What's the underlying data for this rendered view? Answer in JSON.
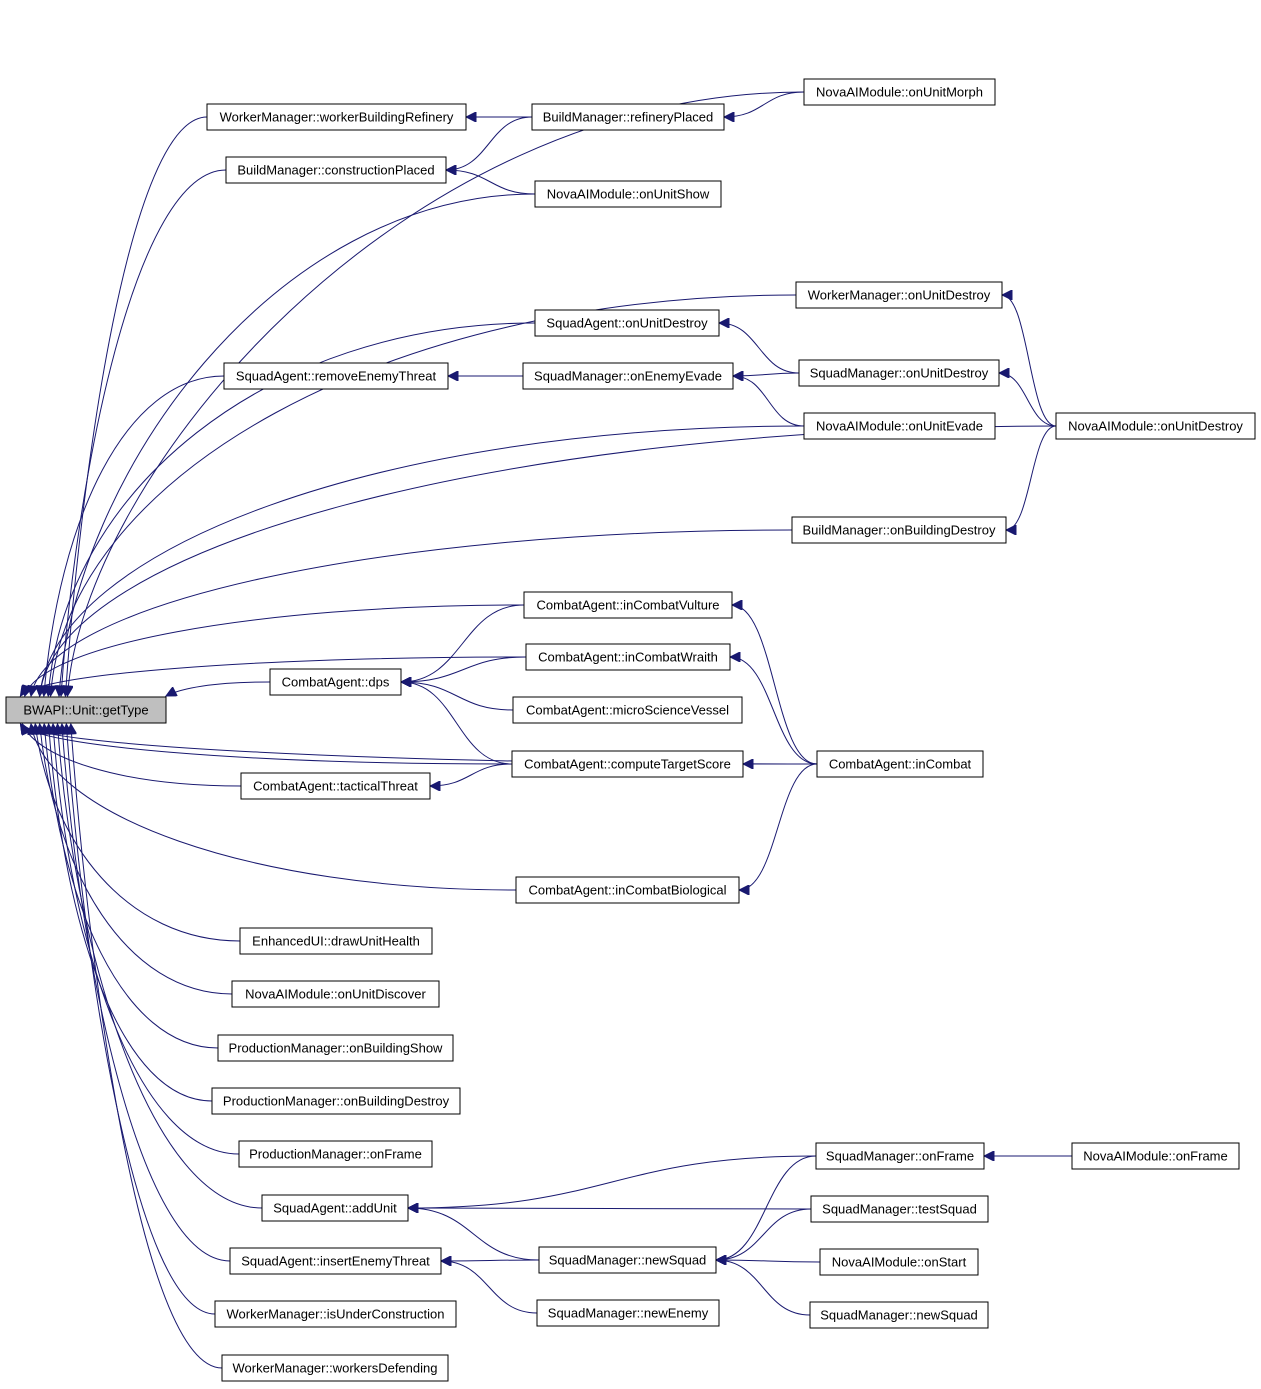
{
  "diagram": {
    "type": "doxygen-caller-graph",
    "colors": {
      "edge": "#191970",
      "node_border": "#000000",
      "root_fill": "#bfbfbf",
      "node_fill": "#ffffff"
    },
    "root": "getType",
    "nodes": [
      {
        "id": "getType",
        "label": "BWAPI::Unit::getType"
      },
      {
        "id": "wm_wbr",
        "label": "WorkerManager::workerBuildingRefinery"
      },
      {
        "id": "bm_rp",
        "label": "BuildManager::refineryPlaced"
      },
      {
        "id": "nova_morph",
        "label": "NovaAIModule::onUnitMorph"
      },
      {
        "id": "bm_cp",
        "label": "BuildManager::constructionPlaced"
      },
      {
        "id": "nova_show",
        "label": "NovaAIModule::onUnitShow"
      },
      {
        "id": "wm_destroy",
        "label": "WorkerManager::onUnitDestroy"
      },
      {
        "id": "sa_destroy",
        "label": "SquadAgent::onUnitDestroy"
      },
      {
        "id": "sa_ret",
        "label": "SquadAgent::removeEnemyThreat"
      },
      {
        "id": "sm_evade",
        "label": "SquadManager::onEnemyEvade"
      },
      {
        "id": "sm_destroy",
        "label": "SquadManager::onUnitDestroy"
      },
      {
        "id": "nova_evade",
        "label": "NovaAIModule::onUnitEvade"
      },
      {
        "id": "nova_destroy",
        "label": "NovaAIModule::onUnitDestroy"
      },
      {
        "id": "bm_bd",
        "label": "BuildManager::onBuildingDestroy"
      },
      {
        "id": "ca_vulture",
        "label": "CombatAgent::inCombatVulture"
      },
      {
        "id": "ca_wraith",
        "label": "CombatAgent::inCombatWraith"
      },
      {
        "id": "ca_dps",
        "label": "CombatAgent::dps"
      },
      {
        "id": "ca_msv",
        "label": "CombatAgent::microScienceVessel"
      },
      {
        "id": "ca_cts",
        "label": "CombatAgent::computeTargetScore"
      },
      {
        "id": "ca_incombat",
        "label": "CombatAgent::inCombat"
      },
      {
        "id": "ca_tt",
        "label": "CombatAgent::tacticalThreat"
      },
      {
        "id": "ca_bio",
        "label": "CombatAgent::inCombatBiological"
      },
      {
        "id": "eui_duh",
        "label": "EnhancedUI::drawUnitHealth"
      },
      {
        "id": "nova_discover",
        "label": "NovaAIModule::onUnitDiscover"
      },
      {
        "id": "pm_bs",
        "label": "ProductionManager::onBuildingShow"
      },
      {
        "id": "pm_bd",
        "label": "ProductionManager::onBuildingDestroy"
      },
      {
        "id": "pm_frame",
        "label": "ProductionManager::onFrame"
      },
      {
        "id": "sm_frame",
        "label": "SquadManager::onFrame"
      },
      {
        "id": "nova_frame",
        "label": "NovaAIModule::onFrame"
      },
      {
        "id": "sa_add",
        "label": "SquadAgent::addUnit"
      },
      {
        "id": "sm_test",
        "label": "SquadManager::testSquad"
      },
      {
        "id": "sa_iet",
        "label": "SquadAgent::insertEnemyThreat"
      },
      {
        "id": "sm_newsquad",
        "label": "SquadManager::newSquad"
      },
      {
        "id": "nova_start",
        "label": "NovaAIModule::onStart"
      },
      {
        "id": "sm_newsquad2",
        "label": "SquadManager::newSquad"
      },
      {
        "id": "wm_iuc",
        "label": "WorkerManager::isUnderConstruction"
      },
      {
        "id": "sm_newenemy",
        "label": "SquadManager::newEnemy"
      },
      {
        "id": "wm_wd",
        "label": "WorkerManager::workersDefending"
      }
    ],
    "edges": [
      [
        "nova_morph",
        "getType"
      ],
      [
        "nova_morph",
        "bm_rp"
      ],
      [
        "bm_rp",
        "wm_wbr"
      ],
      [
        "bm_rp",
        "bm_cp"
      ],
      [
        "nova_show",
        "bm_cp"
      ],
      [
        "nova_show",
        "getType"
      ],
      [
        "bm_cp",
        "getType"
      ],
      [
        "wm_wbr",
        "getType"
      ],
      [
        "wm_destroy",
        "getType"
      ],
      [
        "sa_destroy",
        "getType"
      ],
      [
        "sa_ret",
        "getType"
      ],
      [
        "sm_evade",
        "sa_ret"
      ],
      [
        "sm_destroy",
        "sm_evade"
      ],
      [
        "sm_destroy",
        "sa_destroy"
      ],
      [
        "nova_evade",
        "sm_evade"
      ],
      [
        "nova_evade",
        "getType"
      ],
      [
        "nova_destroy",
        "wm_destroy"
      ],
      [
        "nova_destroy",
        "sm_destroy"
      ],
      [
        "nova_destroy",
        "getType"
      ],
      [
        "nova_destroy",
        "bm_bd"
      ],
      [
        "bm_bd",
        "getType"
      ],
      [
        "ca_vulture",
        "getType"
      ],
      [
        "ca_vulture",
        "ca_dps"
      ],
      [
        "ca_wraith",
        "getType"
      ],
      [
        "ca_wraith",
        "ca_dps"
      ],
      [
        "ca_msv",
        "ca_dps"
      ],
      [
        "ca_cts",
        "ca_dps"
      ],
      [
        "ca_cts",
        "getType"
      ],
      [
        "ca_cts",
        "ca_tt"
      ],
      [
        "ca_dps",
        "getType"
      ],
      [
        "ca_tt",
        "getType"
      ],
      [
        "ca_incombat",
        "ca_vulture"
      ],
      [
        "ca_incombat",
        "ca_wraith"
      ],
      [
        "ca_incombat",
        "ca_cts"
      ],
      [
        "ca_incombat",
        "getType"
      ],
      [
        "ca_incombat",
        "ca_bio"
      ],
      [
        "ca_bio",
        "getType"
      ],
      [
        "eui_duh",
        "getType"
      ],
      [
        "nova_discover",
        "getType"
      ],
      [
        "pm_bs",
        "getType"
      ],
      [
        "pm_bd",
        "getType"
      ],
      [
        "pm_frame",
        "getType"
      ],
      [
        "nova_frame",
        "sm_frame"
      ],
      [
        "sm_frame",
        "sa_add"
      ],
      [
        "sm_frame",
        "sm_newsquad"
      ],
      [
        "sm_test",
        "sa_add"
      ],
      [
        "sm_test",
        "sm_newsquad"
      ],
      [
        "sm_newsquad",
        "sa_add"
      ],
      [
        "sm_newsquad",
        "sa_iet"
      ],
      [
        "nova_start",
        "sm_newsquad"
      ],
      [
        "sm_newsquad2",
        "sm_newsquad"
      ],
      [
        "sm_newenemy",
        "sa_iet"
      ],
      [
        "sa_add",
        "getType"
      ],
      [
        "sa_iet",
        "getType"
      ],
      [
        "wm_iuc",
        "getType"
      ],
      [
        "wm_wd",
        "getType"
      ]
    ]
  }
}
